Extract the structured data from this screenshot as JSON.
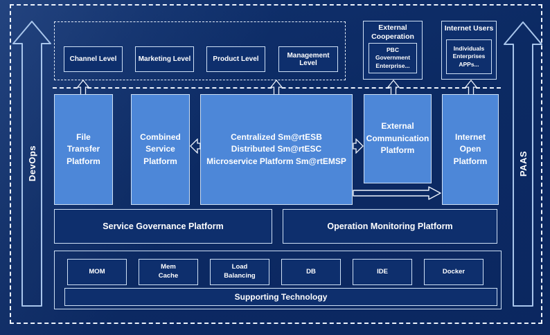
{
  "colors": {
    "background": "#0c2a63",
    "platform_blue": "#4d87d8",
    "panel_dark": "#0e2f6d",
    "line_light": "#cfe1f6",
    "dash_white": "#eef4fd"
  },
  "icons": {
    "devops_arrow": "block-arrow-up",
    "paas_arrow": "block-arrow-up",
    "up_arrow": "block-arrow-up-small",
    "left_arrow": "block-arrow-left-small",
    "right_arrow": "block-arrow-right-small",
    "flow_arrow": "block-arrow-right-long"
  },
  "side": {
    "devops": "DevOps",
    "paas": "PAAS"
  },
  "levels": {
    "items": [
      "Channel Level",
      "Marketing Level",
      "Product Level",
      "Management Level"
    ]
  },
  "external_cooperation": {
    "title": "External\nCooperation",
    "members": "PBC Government\nEnterprise..."
  },
  "internet_users": {
    "title": "Internet Users",
    "members": "Individuals\nEnterprises\nAPPs..."
  },
  "platforms": {
    "file_transfer": "File\nTransfer\nPlatform",
    "combined_service": "Combined\nService\nPlatform",
    "central": "Centralized Sm@rtESB\nDistributed Sm@rtESC\nMicroservice Platform Sm@rtEMSP",
    "external_communication": "External\nCommunication\nPlatform",
    "internet_open": "Internet\nOpen\nPlatform"
  },
  "governance": {
    "service": "Service Governance Platform",
    "operation": "Operation Monitoring Platform"
  },
  "support": {
    "items": [
      "MOM",
      "Mem\nCache",
      "Load\nBalancing",
      "DB",
      "IDE",
      "Docker"
    ],
    "label": "Supporting Technology"
  }
}
